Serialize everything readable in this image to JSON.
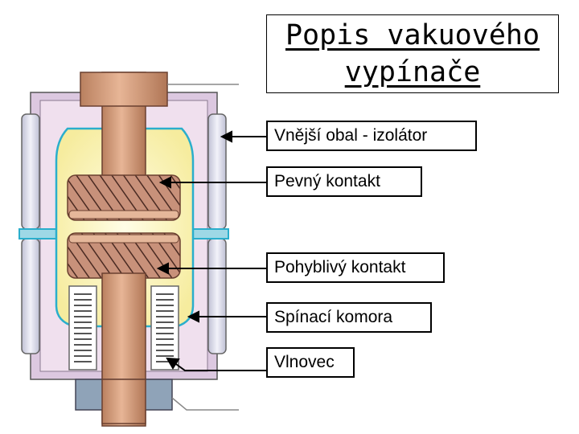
{
  "title": {
    "line1": "Popis vakuového",
    "line2": "vypínače"
  },
  "labels": [
    "Vnější obal - izolátor",
    "Pevný kontakt",
    "Pohyblivý kontakt",
    "Spínací komora",
    "Vlnovec"
  ],
  "colors": {
    "insulator": "#d8d8e8",
    "end_cap": "#dcc8e0",
    "chamber_fill": "#fff9cc",
    "contact_rod": "#d49a78",
    "contact_disc": "#c8917a",
    "bellows": "#ffffff",
    "ring": "#2aaecc",
    "outline": "#555555"
  }
}
